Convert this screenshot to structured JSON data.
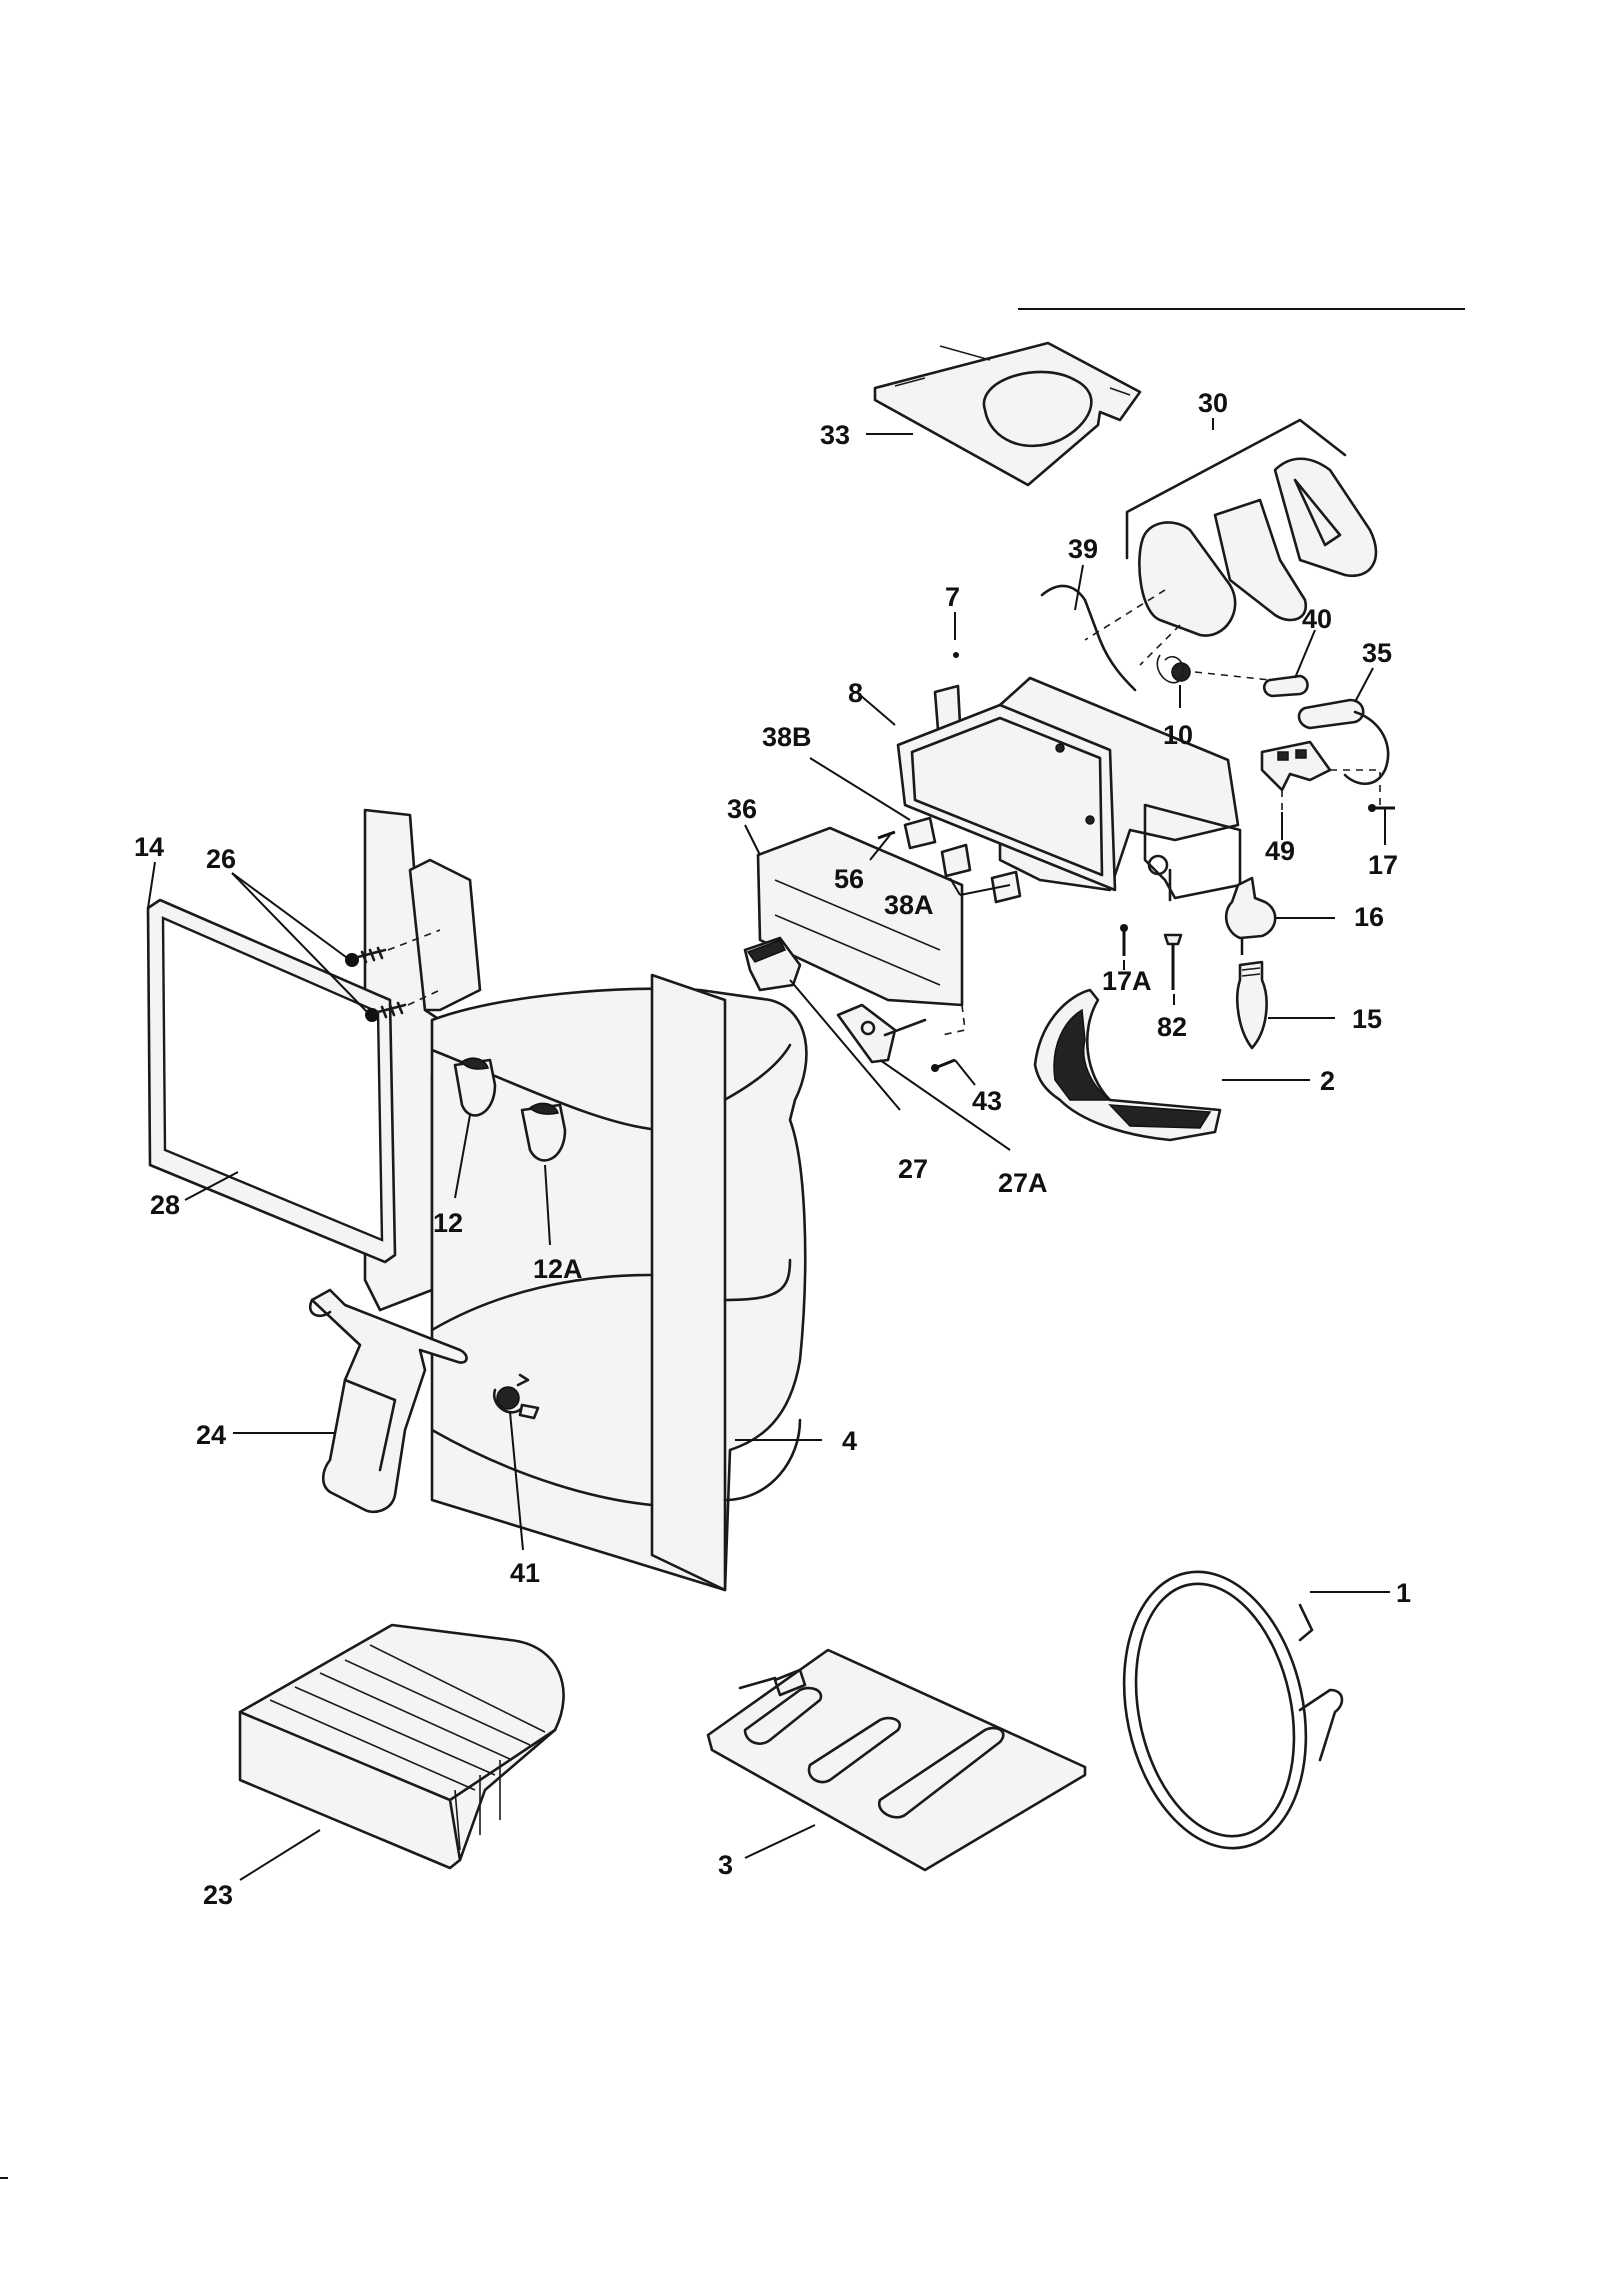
{
  "callouts": {
    "c33": "33",
    "c30": "30",
    "c39": "39",
    "c7": "7",
    "c40": "40",
    "c35": "35",
    "c8": "8",
    "c10": "10",
    "c38b": "38B",
    "c36": "36",
    "c49": "49",
    "c17": "17",
    "c56": "56",
    "c38a": "38A",
    "c16": "16",
    "c17a": "17A",
    "c82": "82",
    "c15": "15",
    "c14": "14",
    "c26": "26",
    "c43": "43",
    "c2": "2",
    "c27": "27",
    "c27a": "27A",
    "c28": "28",
    "c12": "12",
    "c12a": "12A",
    "c24": "24",
    "c4": "4",
    "c41": "41",
    "c1": "1",
    "c23": "23",
    "c3": "3"
  },
  "colors": {
    "line": "#1a1a1a",
    "background": "#ffffff"
  }
}
